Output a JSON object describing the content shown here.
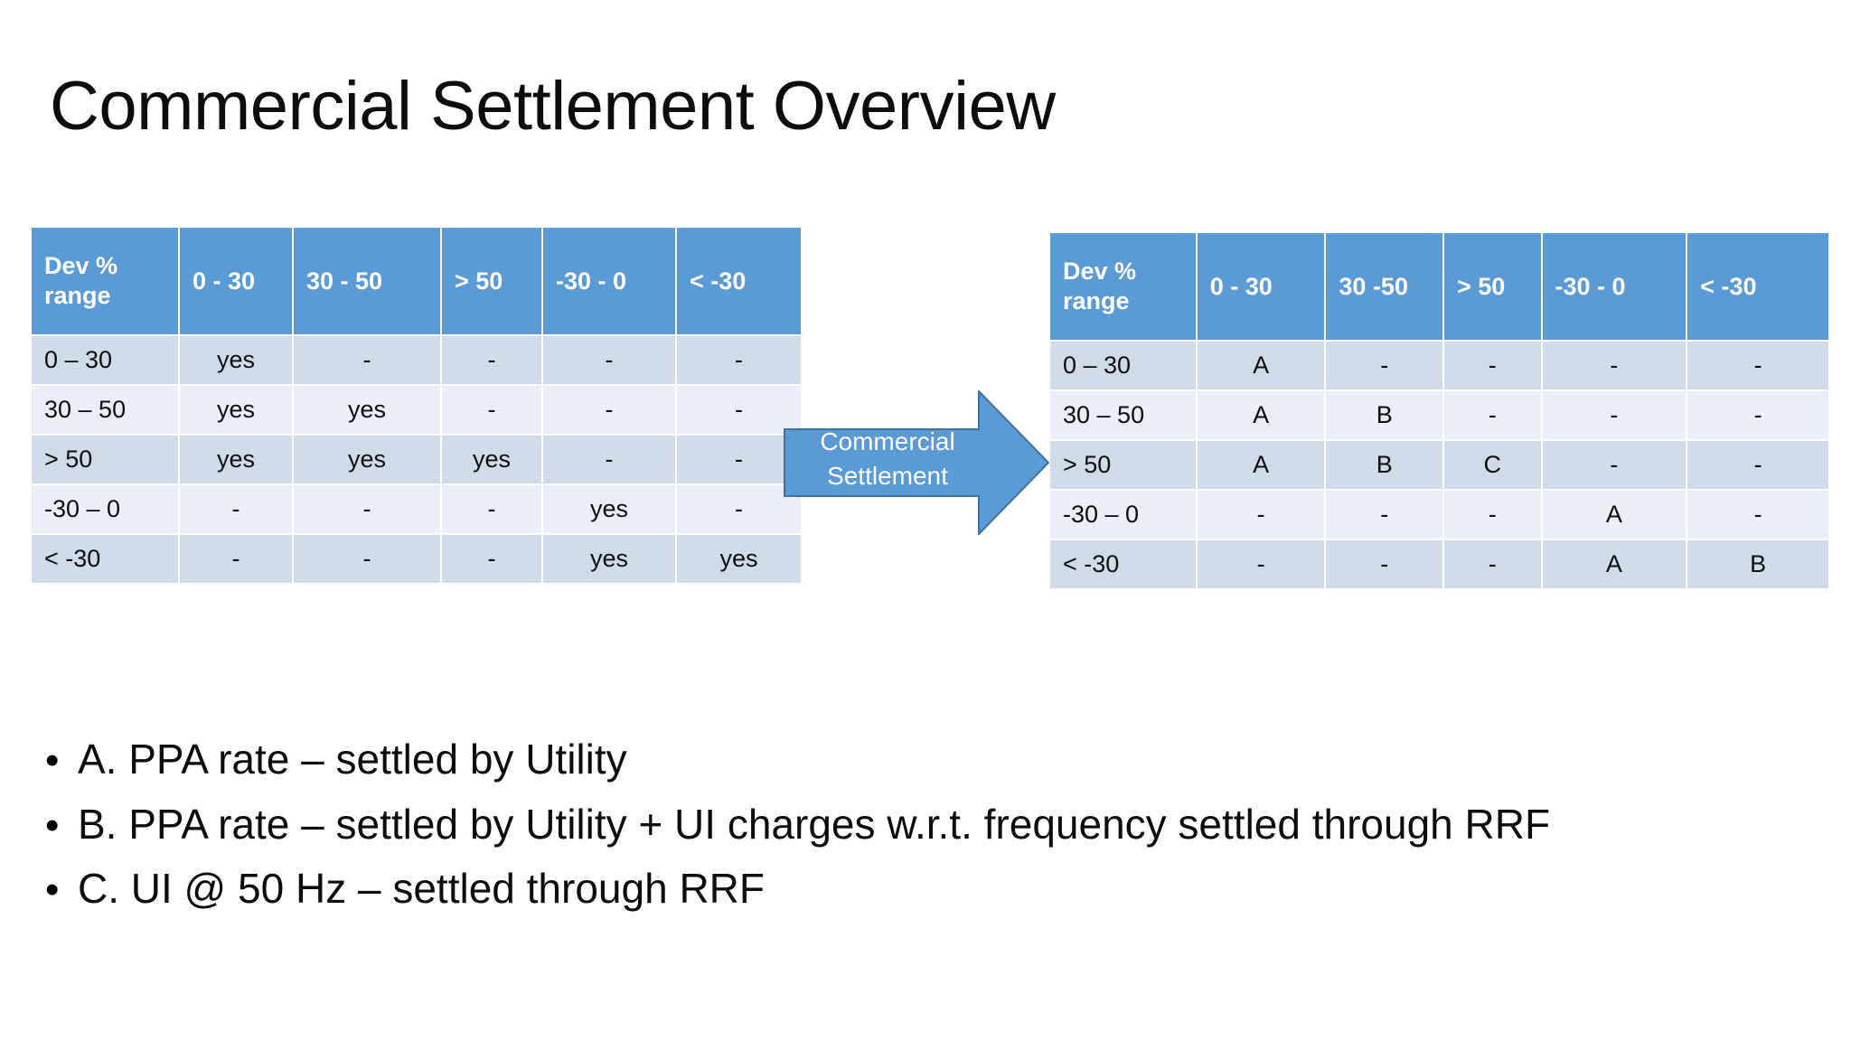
{
  "slide": {
    "title": "Commercial Settlement Overview",
    "background": "#ffffff"
  },
  "colors": {
    "header_blue": "#5b9bd5",
    "row_dark": "#cfdbe9",
    "row_light": "#e9eef7",
    "arrow_fill": "#5b9bd5",
    "arrow_stroke": "#41719c",
    "text_dark": "#0d0d0d",
    "text_white": "#ffffff"
  },
  "left_table": {
    "name": "deviation-eligibility-matrix",
    "columns": [
      "Dev % range",
      "0 - 30",
      "30 - 50",
      "> 50",
      "-30 - 0",
      "< -30"
    ],
    "rows": [
      {
        "label": "0 – 30",
        "cells": [
          "yes",
          "-",
          "-",
          "-",
          "-"
        ]
      },
      {
        "label": "30 – 50",
        "cells": [
          "yes",
          "yes",
          "-",
          "-",
          "-"
        ]
      },
      {
        "label": "> 50",
        "cells": [
          "yes",
          "yes",
          "yes",
          "-",
          "-"
        ]
      },
      {
        "label": "-30 – 0",
        "cells": [
          "-",
          "-",
          "-",
          "yes",
          "-"
        ]
      },
      {
        "label": "< -30",
        "cells": [
          "-",
          "-",
          "-",
          "yes",
          "yes"
        ]
      }
    ]
  },
  "right_table": {
    "name": "commercial-settlement-matrix",
    "columns": [
      "Dev % range",
      "0 - 30",
      "30 -50",
      "> 50",
      "-30 - 0",
      "< -30"
    ],
    "rows": [
      {
        "label": "0 – 30",
        "cells": [
          "A",
          "-",
          "-",
          "-",
          "-"
        ]
      },
      {
        "label": "30 – 50",
        "cells": [
          "A",
          "B",
          "-",
          "-",
          "-"
        ]
      },
      {
        "label": "> 50",
        "cells": [
          "A",
          "B",
          "C",
          "-",
          "-"
        ]
      },
      {
        "label": "-30 – 0",
        "cells": [
          "-",
          "-",
          "-",
          "A",
          "-"
        ]
      },
      {
        "label": "< -30",
        "cells": [
          "-",
          "-",
          "-",
          "A",
          "B"
        ]
      }
    ]
  },
  "arrow": {
    "line1": "Commercial",
    "line2": "Settlement"
  },
  "bullets": [
    {
      "marker": "•",
      "text": "A. PPA rate – settled by Utility"
    },
    {
      "marker": "•",
      "text": "B. PPA rate – settled by Utility  + UI charges w.r.t. frequency settled through RRF"
    },
    {
      "marker": "•",
      "text": "C. UI @ 50 Hz – settled through RRF"
    }
  ]
}
